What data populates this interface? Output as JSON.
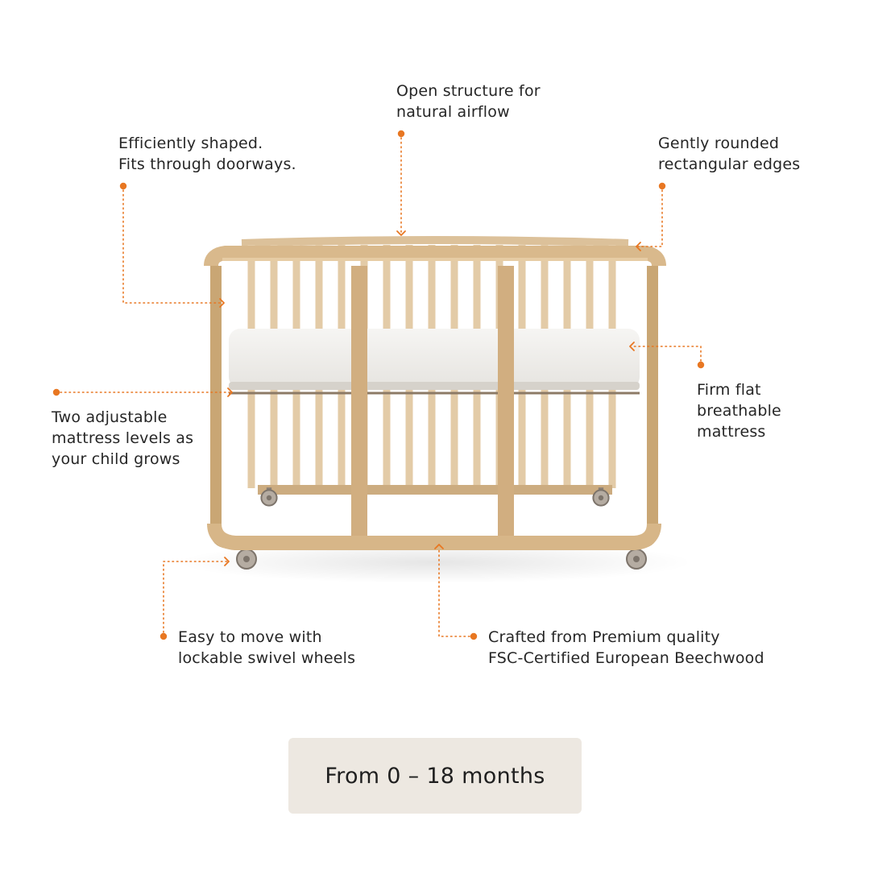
{
  "features": {
    "shape": {
      "lines": [
        "Efficiently shaped.",
        "Fits through doorways."
      ]
    },
    "airflow": {
      "lines": [
        "Open structure for",
        "natural airflow"
      ]
    },
    "edges": {
      "lines": [
        "Gently rounded",
        "rectangular edges"
      ]
    },
    "mattress": {
      "lines": [
        "Firm flat",
        "breathable",
        "mattress"
      ]
    },
    "levels": {
      "lines": [
        "Two adjustable",
        "mattress levels as",
        "your child grows"
      ]
    },
    "wheels": {
      "lines": [
        "Easy to move with",
        "lockable swivel wheels"
      ]
    },
    "wood": {
      "lines": [
        "Crafted from Premium quality",
        "FSC-Certified European Beechwood"
      ]
    }
  },
  "age_badge": {
    "text": "From 0 – 18 months"
  },
  "colors": {
    "accent": "#e87722",
    "wood": "#d9b98c",
    "wood_dark": "#b88f5e",
    "mattress": "#f1f0ee",
    "badge_bg": "#ede8e1",
    "text": "#262626"
  },
  "icons": {
    "product": "baby-crib-image"
  }
}
